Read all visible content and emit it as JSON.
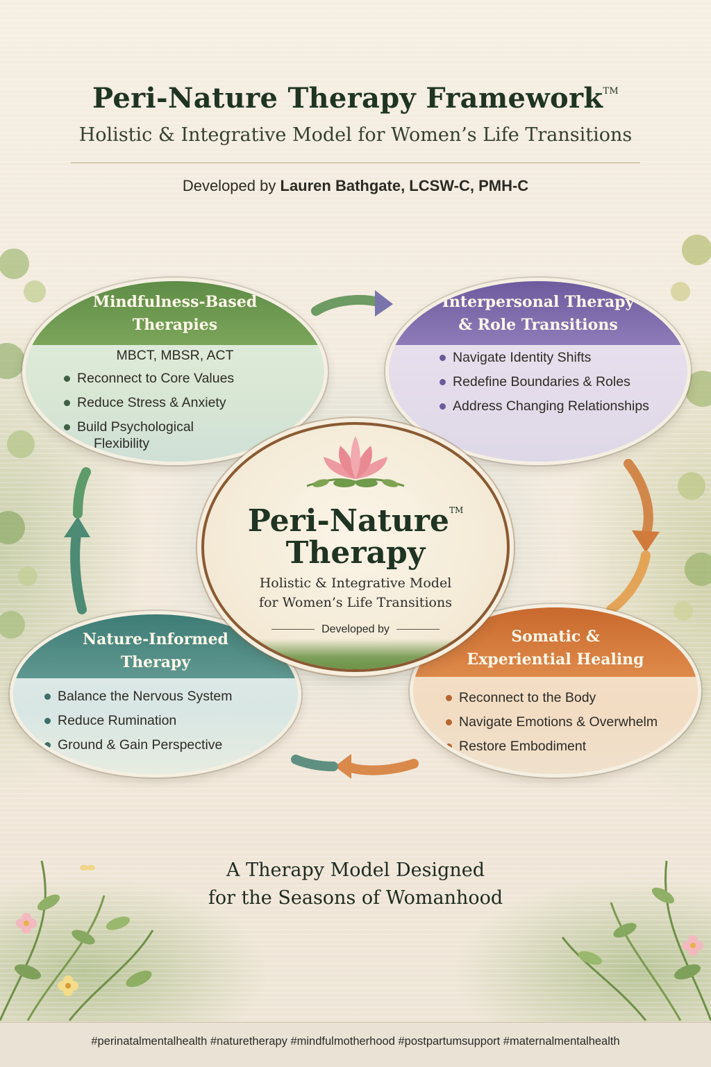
{
  "header": {
    "title": "Peri-Nature Therapy Framework",
    "title_mark": "TM",
    "subtitle": "Holistic & Integrative Model for Women’s Life Transitions",
    "developed_prefix": "Developed by",
    "developer": "Lauren Bathgate, LCSW-C, PMH-C"
  },
  "nodes": {
    "mindfulness": {
      "title_line1": "Mindfulness-Based",
      "title_line2": "Therapies",
      "methods": "MBCT, MBSR, ACT",
      "items": [
        "Reconnect to Core Values",
        "Reduce Stress & Anxiety",
        "Build Psychological",
        "Flexibility"
      ]
    },
    "interpersonal": {
      "title_line1": "Interpersonal Therapy",
      "title_line2": "& Role Transitions",
      "items": [
        "Navigate Identity Shifts",
        "Redefine Boundaries & Roles",
        "Address Changing Relationships"
      ]
    },
    "nature": {
      "title_line1": "Nature-Informed",
      "title_line2": "Therapy",
      "items": [
        "Balance the Nervous System",
        "Reduce Rumination",
        "Ground & Gain Perspective"
      ]
    },
    "somatic": {
      "title_line1": "Somatic &",
      "title_line2": "Experiential Healing",
      "items": [
        "Reconnect to the Body",
        "Navigate Emotions & Overwhelm",
        "Restore Embodiment"
      ]
    }
  },
  "center": {
    "title_line1": "Peri-Nature",
    "title_mark": "TM",
    "title_line2": "Therapy",
    "sub_line1": "Holistic & Integrative Model",
    "sub_line2": "for Women’s Life Transitions",
    "developed": "Developed by"
  },
  "tagline": {
    "line1": "A Therapy Model Designed",
    "line2": "for the Seasons of Womanhood"
  },
  "hashtags": "#perinatalmentalhealth #naturetherapy #mindfulmotherhood #postpartumsupport #maternalmentalhealth",
  "colors": {
    "mindfulness": "#6f9a52",
    "interpersonal": "#7e6aac",
    "nature": "#4a857e",
    "somatic": "#d27a3c",
    "title_green": "#1f3422",
    "lotus": "#e98a93"
  },
  "icons": [
    "lotus-icon",
    "arrow-right-icon",
    "arrow-down-icon",
    "arrow-left-icon",
    "arrow-up-icon",
    "flower-icon",
    "butterfly-icon"
  ]
}
